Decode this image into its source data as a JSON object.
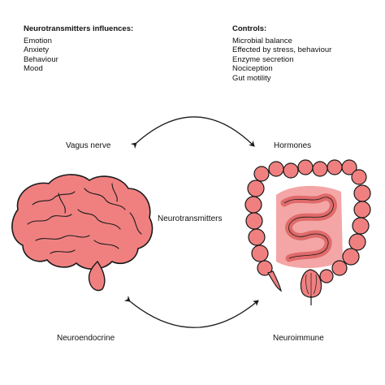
{
  "neurotransmitters_block": {
    "heading": "Neurotransmitters influences:",
    "items": [
      "Emotion",
      "Anxiety",
      "Behaviour",
      "Mood"
    ]
  },
  "controls_block": {
    "heading": "Controls:",
    "items": [
      "Microbial balance",
      "Effected by stress, behaviour",
      "Enzyme secretion",
      "Nociception",
      "Gut motility"
    ]
  },
  "labels": {
    "vagus": "Vagus nerve",
    "hormones": "Hormones",
    "neurotransmitters": "Neurotransmitters",
    "neuroendocrine": "Neuroendocrine",
    "neuroimmune": "Neuroimmune"
  },
  "icons": [
    "brain-icon",
    "intestine-icon",
    "arrow-top",
    "arrow-bottom"
  ],
  "colors": {
    "organ_fill": "#f08080",
    "organ_light": "#f4a6a6",
    "organ_stroke": "#1a1a1a",
    "arrow": "#1a1a1a"
  }
}
